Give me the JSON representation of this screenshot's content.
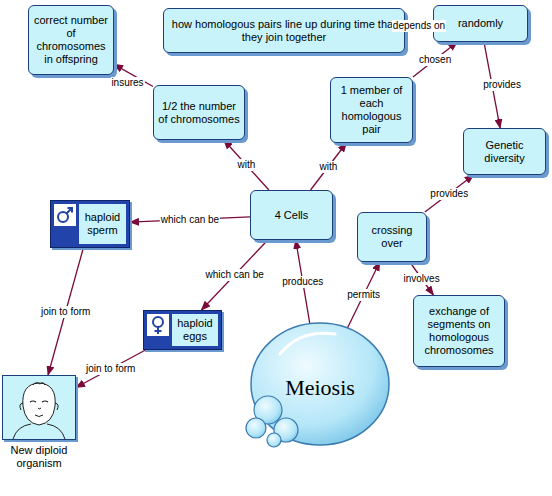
{
  "diagram": {
    "nodes": [
      {
        "text": [
          "correct number of chromosomes in offspring"
        ]
      },
      {
        "text": [
          "how homologous pairs line up during time that they join together"
        ]
      },
      {
        "text": [
          "randomly"
        ]
      },
      {
        "text": [
          "1/2 the number of chromosomes"
        ]
      },
      {
        "text": [
          "1 member of each homologous pair"
        ]
      },
      {
        "text": [
          "Genetic diversity"
        ]
      },
      {
        "text": [
          "haploid sperm"
        ]
      },
      {
        "text": [
          "4 Cells"
        ]
      },
      {
        "text": [
          "crossing over"
        ]
      },
      {
        "text": [
          "haploid eggs"
        ]
      },
      {
        "text": [
          "exchange of segments on homologous chromosomes"
        ]
      },
      {
        "text": [
          "Meiosis"
        ]
      },
      {
        "text": [
          "New diploid organism"
        ]
      }
    ],
    "edges": [
      {
        "from": 3,
        "to": 0,
        "label": "insures",
        "arrow": "to"
      },
      {
        "from": 2,
        "to": 1,
        "label": "depends on",
        "arrow": "to"
      },
      {
        "from": 4,
        "to": 2,
        "label": "chosen",
        "arrow": "to"
      },
      {
        "from": 2,
        "to": 5,
        "label": "provides",
        "arrow": "to"
      },
      {
        "from": 7,
        "to": 3,
        "label": "with",
        "arrow": "to"
      },
      {
        "from": 7,
        "to": 4,
        "label": "with",
        "arrow": "to"
      },
      {
        "from": 7,
        "to": 6,
        "label": "which can be",
        "arrow": "to"
      },
      {
        "from": 7,
        "to": 9,
        "label": "which can be",
        "arrow": "to"
      },
      {
        "from": 11,
        "to": 7,
        "label": "produces",
        "arrow": "to"
      },
      {
        "from": 11,
        "to": 8,
        "label": "permits",
        "arrow": "to"
      },
      {
        "from": 8,
        "to": 5,
        "label": "provides",
        "arrow": "to"
      },
      {
        "from": 8,
        "to": 10,
        "label": "involves",
        "arrow": "to"
      },
      {
        "from": 6,
        "to": 12,
        "label": "join to form",
        "arrow": "to"
      },
      {
        "from": 9,
        "to": 12,
        "label": "join to form",
        "arrow": "to"
      }
    ]
  }
}
